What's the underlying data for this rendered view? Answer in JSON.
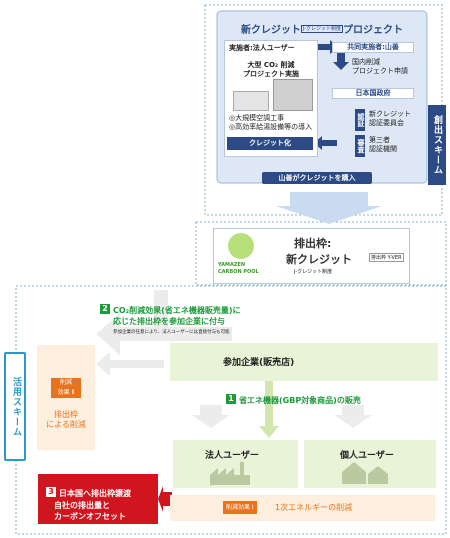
{
  "colors": {
    "navy": "#2b4a86",
    "green": "#1e9a3a",
    "red": "#d1151e",
    "blue_panel": "#dde7f5",
    "orange_box": "#fdeede",
    "orange_label": "#e8731e"
  },
  "top": {
    "title_prefix": "新クレジット",
    "title_badge": "J-クレジット制度",
    "title_suffix": "プロジェクト",
    "implementer_label": "実施者:法人ユーザー",
    "project_line1": "大型 CO₂ 削減",
    "project_line2": "プロジェクト実施",
    "bullet1": "◎大規模空調工事",
    "bullet2": "◎高効率給湯設備等の導入",
    "credit_button": "クレジット化",
    "co_implementer": "共同実施者:山善",
    "apply_line1": "国内削減",
    "apply_line2": "プロジェクト申請",
    "govt": "日本国政府",
    "cert_tag": "認証",
    "cert_text1": "新クレジット",
    "cert_text2": "認証委員会",
    "verify_tag": "審査",
    "verify_text1": "第三者",
    "verify_text2": "認証機関",
    "buy_bar": "山善がクレジットを購入",
    "side_label": "創出スキーム"
  },
  "middle": {
    "logo_line1": "YAMAZEN",
    "logo_line2": "CARBON POOL",
    "title1": "排出枠:",
    "title2": "新クレジット",
    "badge": "J-クレジット制度",
    "tag": "排出枠 Y-VER"
  },
  "bottom": {
    "side_label": "活用スキーム",
    "step2_num": "2",
    "step2_line1": "CO₂削減効果(省エネ機器販売量)に",
    "step2_line2": "応じた排出枠を参加企業に付与",
    "step2_note": "参加企業の任意により、法人ユーザーには直接付与も可能",
    "participant": "参加企業(販売店)",
    "step1_num": "1",
    "step1_text": "省エネ機器(GBP対象商品)の販売",
    "effect2_tag_line1": "削減",
    "effect2_tag_line2": "効果 Ⅱ",
    "effect2_text1": "排出枠",
    "effect2_text2": "による削減",
    "corporate": "法人ユーザー",
    "individual": "個人ユーザー",
    "step3_num": "3",
    "step3_line1": "日本国へ排出枠譲渡",
    "step3_line2": "自社の排出量と",
    "step3_line3": "カーボンオフセット",
    "effect1_tag": "削減効果 Ⅰ",
    "effect1_text": "1次エネルギーの削減"
  }
}
